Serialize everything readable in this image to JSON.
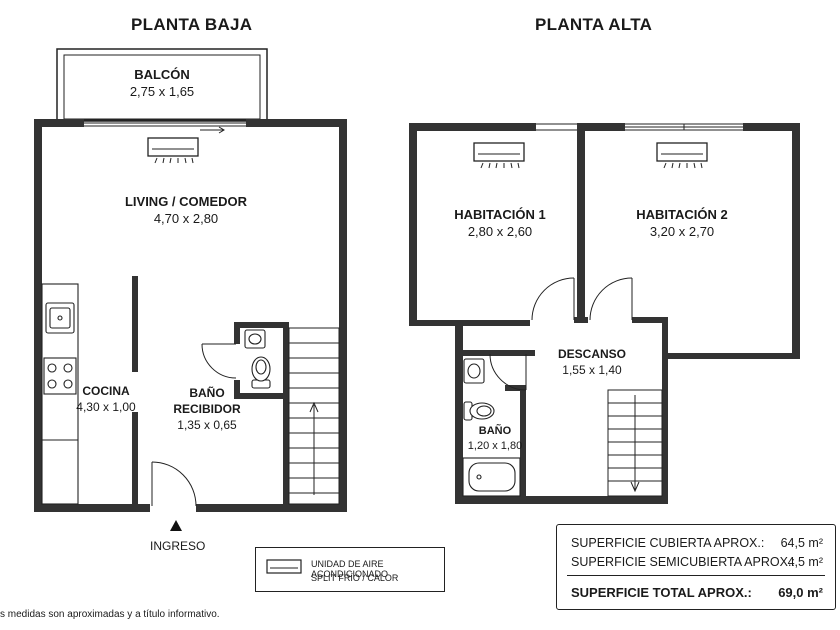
{
  "ground_floor": {
    "title": "PLANTA BAJA",
    "rooms": {
      "balcon": {
        "name": "BALCÓN",
        "size": "2,75 x 1,65"
      },
      "living": {
        "name": "LIVING / COMEDOR",
        "size": "4,70 x 2,80"
      },
      "cocina": {
        "name": "COCINA",
        "size": "4,30 x 1,00"
      },
      "bano": {
        "name1": "BAÑO",
        "name2": "RECIBIDOR",
        "size": "1,35 x 0,65"
      }
    },
    "entrance_label": "INGRESO"
  },
  "upper_floor": {
    "title": "PLANTA ALTA",
    "rooms": {
      "hab1": {
        "name": "HABITACIÓN 1",
        "size": "2,80 x 2,60"
      },
      "hab2": {
        "name": "HABITACIÓN 2",
        "size": "3,20 x 2,70"
      },
      "descanso": {
        "name": "DESCANSO",
        "size": "1,55 x 1,40"
      },
      "bano": {
        "name": "BAÑO",
        "size": "1,20 x 1,80"
      }
    }
  },
  "legend": {
    "line1": "UNIDAD DE AIRE ACONDICIONADO",
    "line2": "SPLIT FRÍO / CALOR",
    "icon": "split-ac-icon"
  },
  "area_summary": {
    "cubierta_label": "SUPERFICIE CUBIERTA APROX.:",
    "cubierta_value": "64,5 m²",
    "semicubierta_label": "SUPERFICIE SEMICUBIERTA APROX.:",
    "semicubierta_value": "4,5 m²",
    "total_label": "SUPERFICIE TOTAL APROX.:",
    "total_value": "69,0 m²"
  },
  "footnote": "s medidas son aproximadas y a título informativo."
}
